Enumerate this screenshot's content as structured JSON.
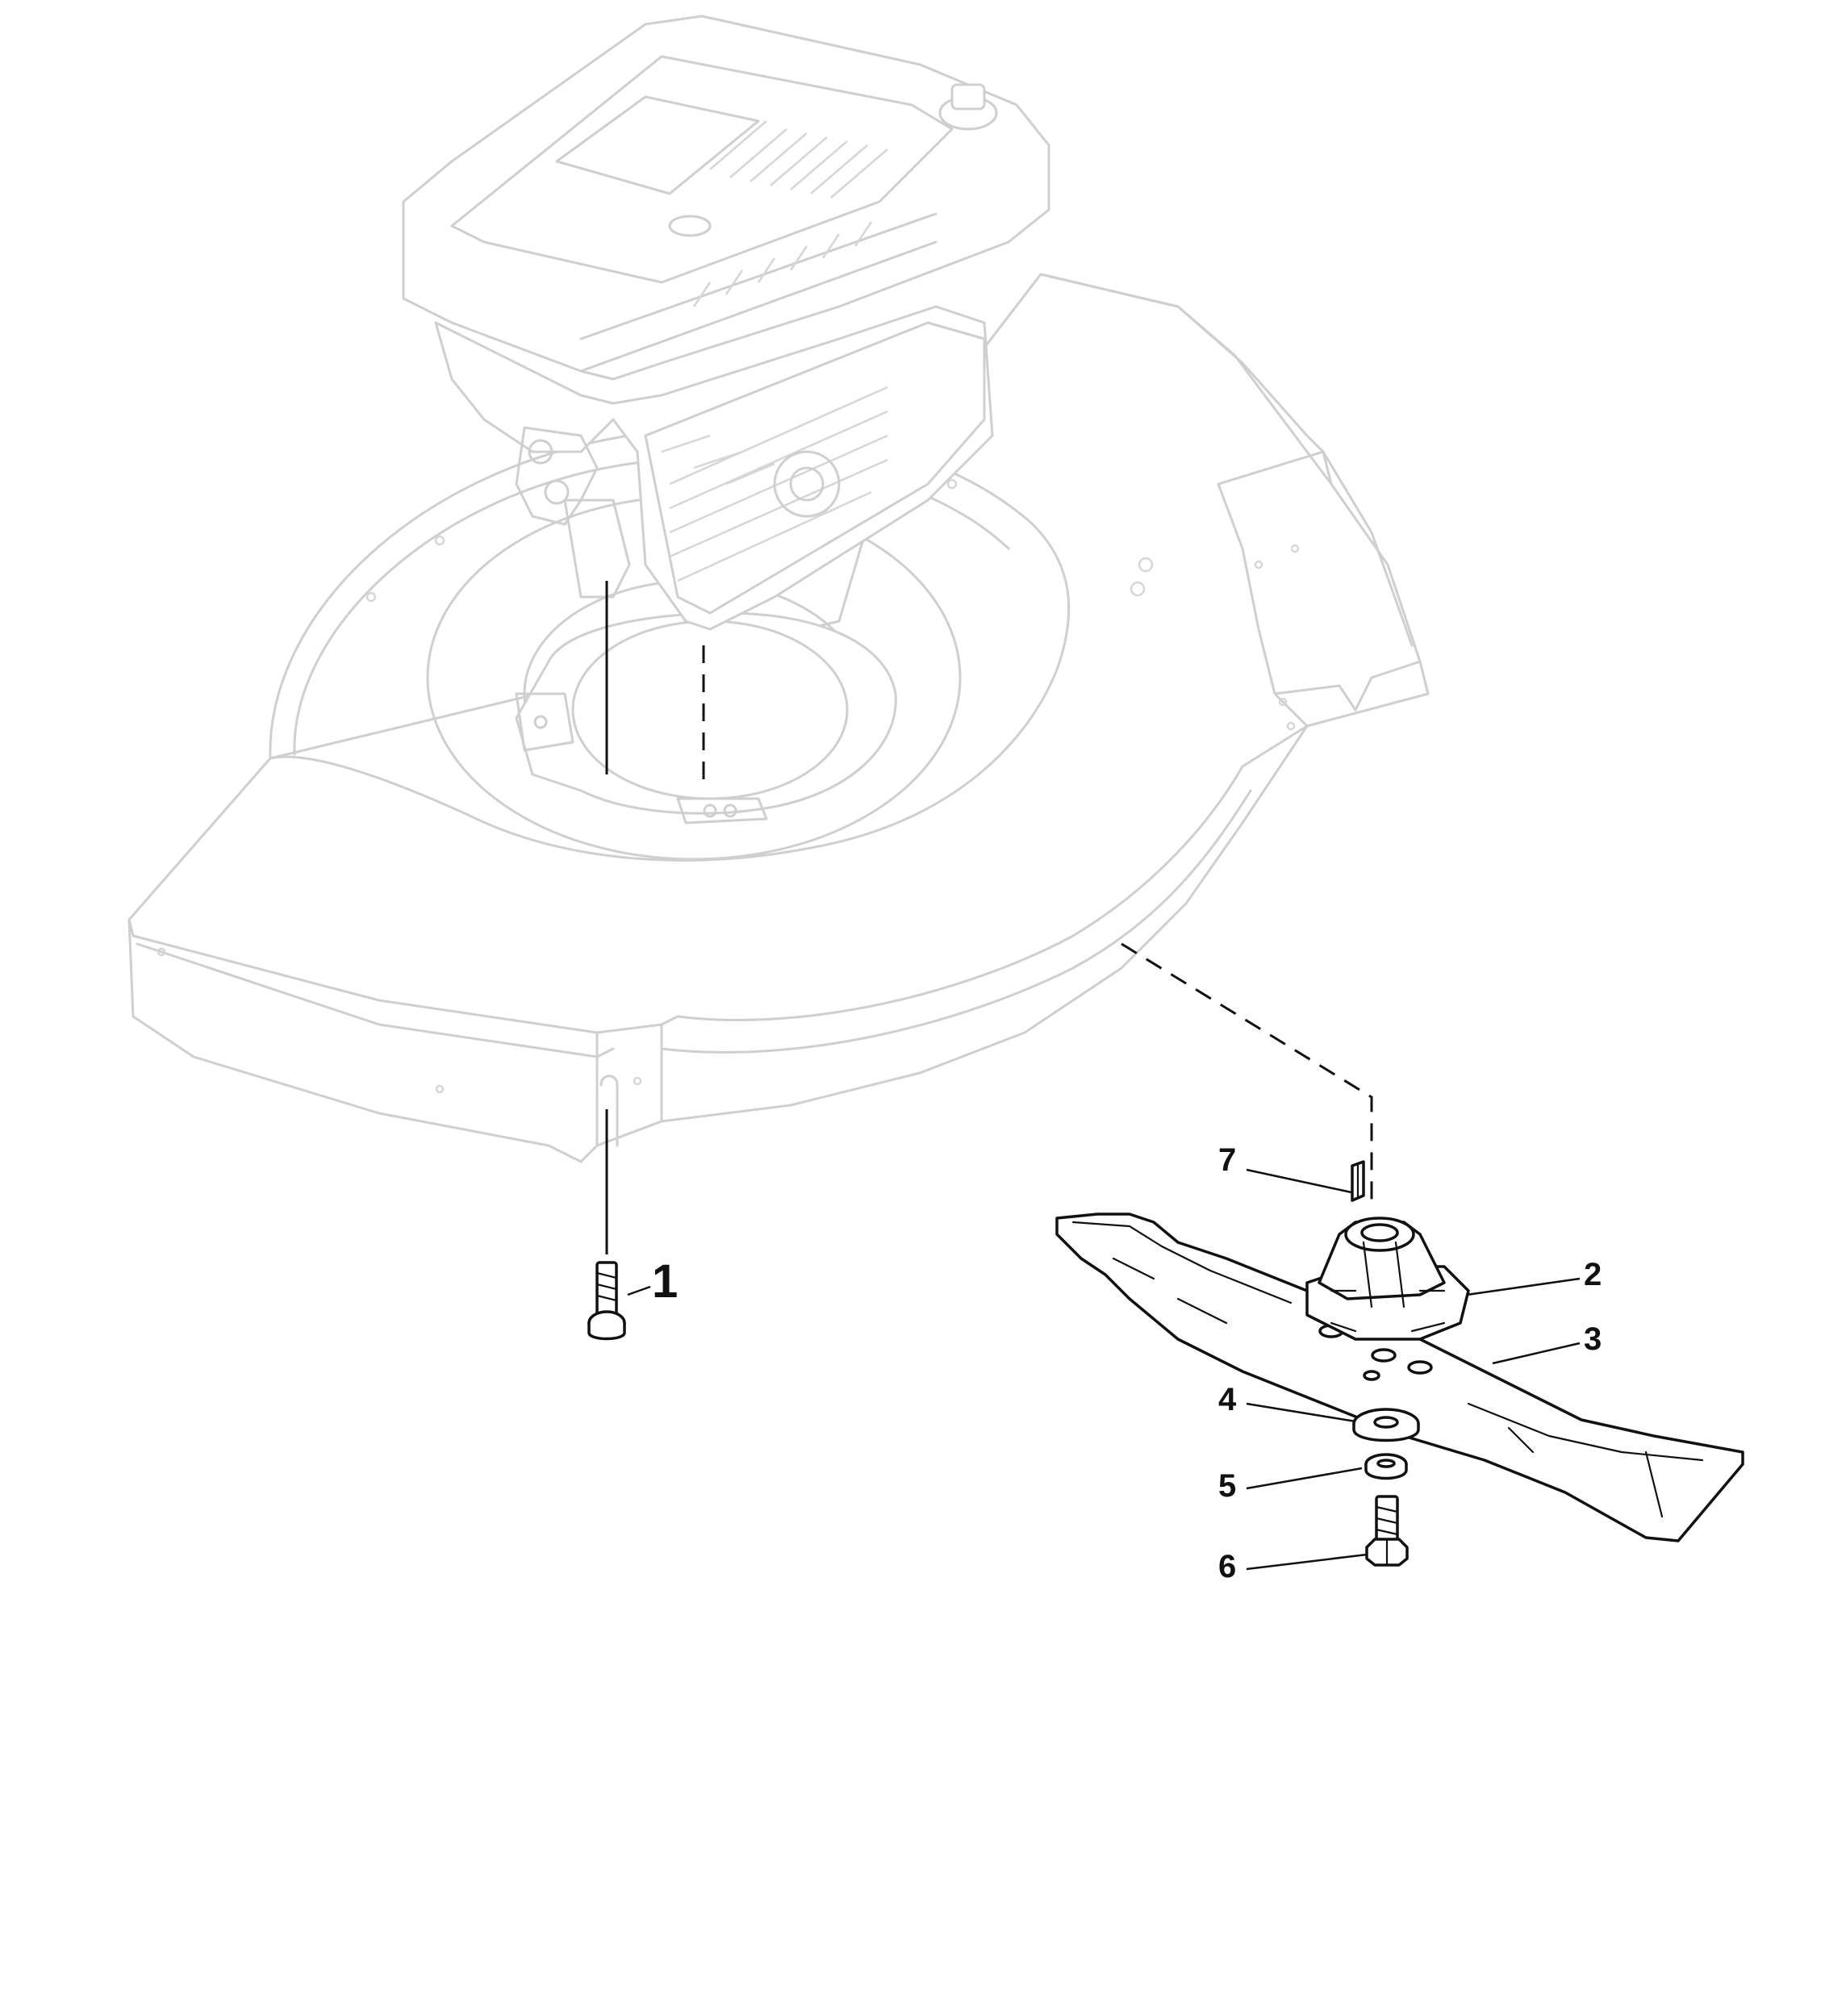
{
  "callouts": [
    {
      "id": "1",
      "text": "1"
    },
    {
      "id": "2",
      "text": "2"
    },
    {
      "id": "3",
      "text": "3"
    },
    {
      "id": "4",
      "text": "4"
    },
    {
      "id": "5",
      "text": "5"
    },
    {
      "id": "6",
      "text": "6"
    },
    {
      "id": "7",
      "text": "7"
    }
  ],
  "colors": {
    "context_outline": "#cfcfcf",
    "part_outline": "#111111",
    "background": "#ffffff"
  }
}
